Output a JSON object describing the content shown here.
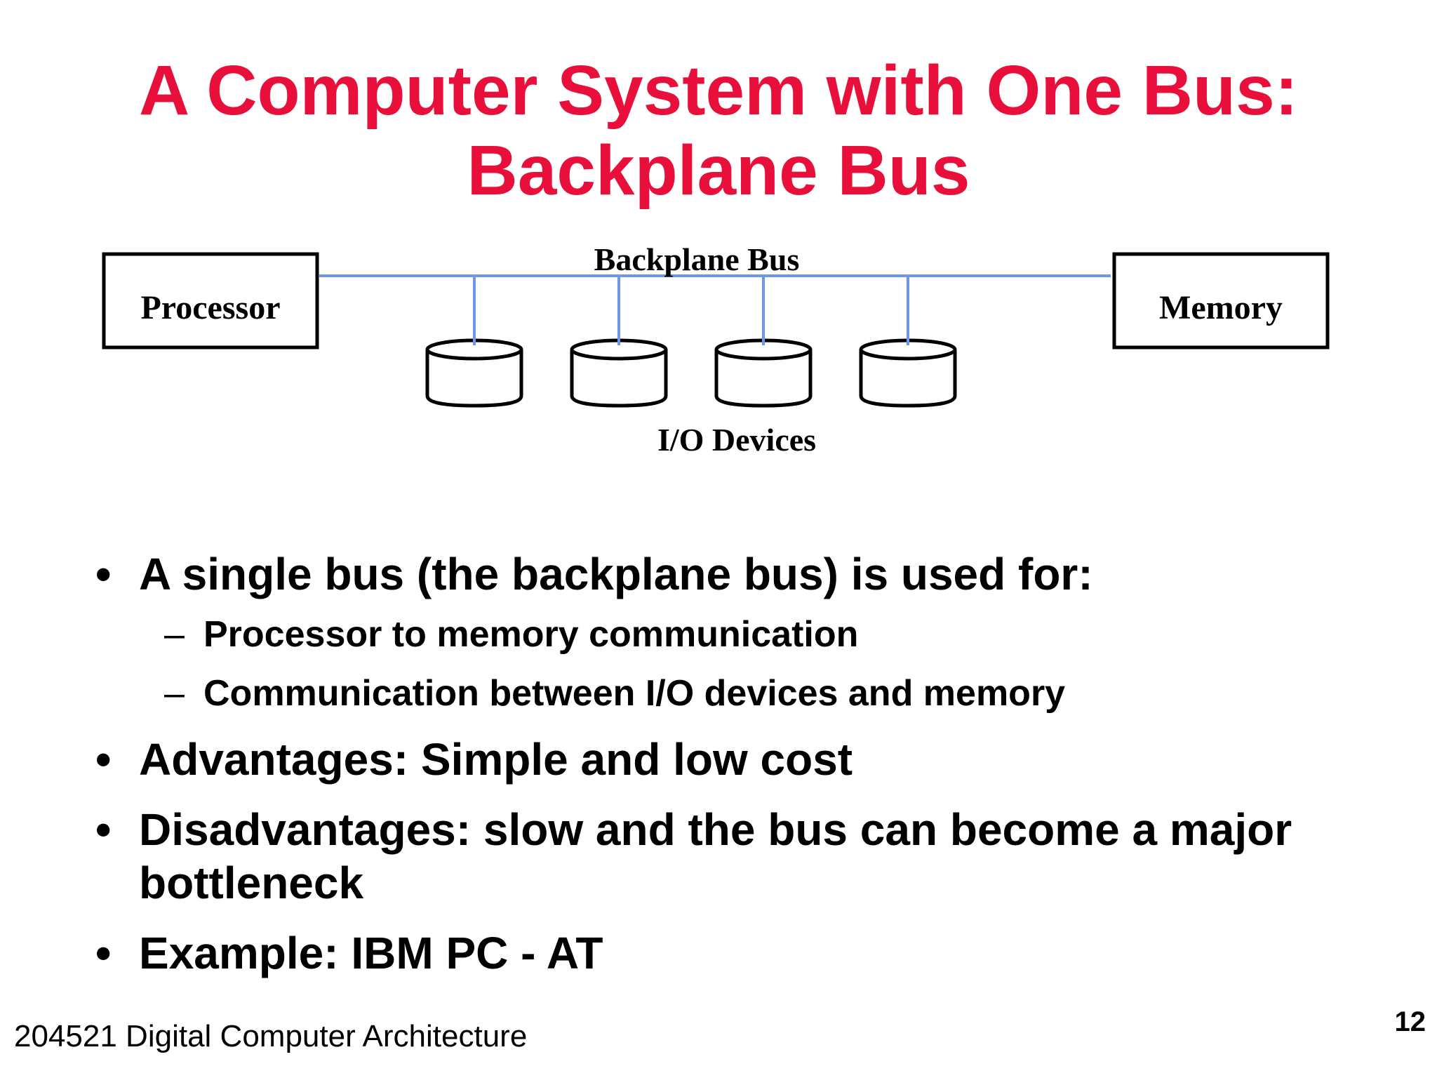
{
  "slide": {
    "title_line1": "A Computer System with One Bus:",
    "title_line2": "Backplane Bus",
    "title_color": "#e8103a",
    "bus_color": "#6f96e8"
  },
  "diagram": {
    "bus_label": "Backplane Bus",
    "processor_label": "Processor",
    "memory_label": "Memory",
    "io_label": "I/O Devices",
    "io_device_count": 4
  },
  "bullets": [
    {
      "text": "A single bus (the backplane bus) is used for:",
      "subitems": [
        "Processor to memory communication",
        "Communication between I/O devices and memory"
      ]
    },
    {
      "text": "Advantages: Simple and low cost"
    },
    {
      "text": "Disadvantages: slow and the bus can become a major bottleneck"
    },
    {
      "text": "Example: IBM PC - AT"
    }
  ],
  "bullet_symbol": "•",
  "sub_symbol": "–",
  "footer": {
    "course": "204521 Digital Computer Architecture",
    "page_number": "12"
  }
}
